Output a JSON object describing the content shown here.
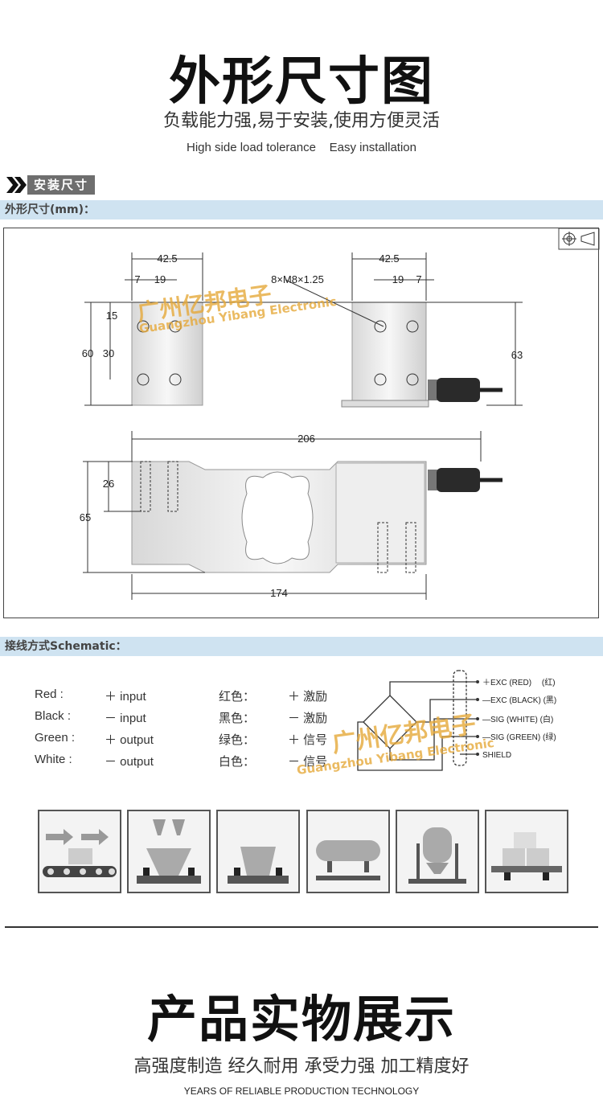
{
  "header": {
    "title": "外形尺寸图",
    "subtitle": "负载能力强,易于安装,使用方便灵活",
    "subtitle_en": "High side load tolerance    Easy installation"
  },
  "section": {
    "label": "安装尺寸"
  },
  "band_dims": "外形尺寸(mm)：",
  "band_schematic": "接线方式Schematic：",
  "dims": {
    "d1": "42.5",
    "d2": "7",
    "d3": "19",
    "d4": "15",
    "d5": "60",
    "d6": "30",
    "d7": "8×M8×1.25",
    "d8": "42.5",
    "d9": "19",
    "d10": "7",
    "d11": "63",
    "d12": "206",
    "d13": "26",
    "d14": "65",
    "d15": "174"
  },
  "watermark": {
    "cn": "广州亿邦电子",
    "en": "Guangzhou Yibang Electronic"
  },
  "wiring": {
    "en_colors": [
      "Red :",
      "Black :",
      "Green :",
      "White :"
    ],
    "en_signals": [
      "＋ input",
      "－ input",
      "＋ output",
      "－ output"
    ],
    "cn_colors": [
      "红色：",
      "黑色：",
      "绿色：",
      "白色："
    ],
    "cn_signals": [
      "＋ 激励",
      "－ 激励",
      "＋ 信号",
      "－ 信号"
    ]
  },
  "bridge_labels": [
    "＋EXC (RED)　 (红)",
    "—EXC (BLACK) (黑)",
    "—SIG (WHITE) (白)",
    "—SIG (GREEN) (绿)",
    "SHIELD"
  ],
  "footer": {
    "title": "产品实物展示",
    "subtitle": "高强度制造 经久耐用 承受力强 加工精度好",
    "subtitle_en": "YEARS OF RELIABLE PRODUCTION TECHNOLOGY"
  },
  "colors": {
    "band": "#cfe3f1",
    "accent": "#e6a93a",
    "label_bg": "#6e6e6e"
  }
}
